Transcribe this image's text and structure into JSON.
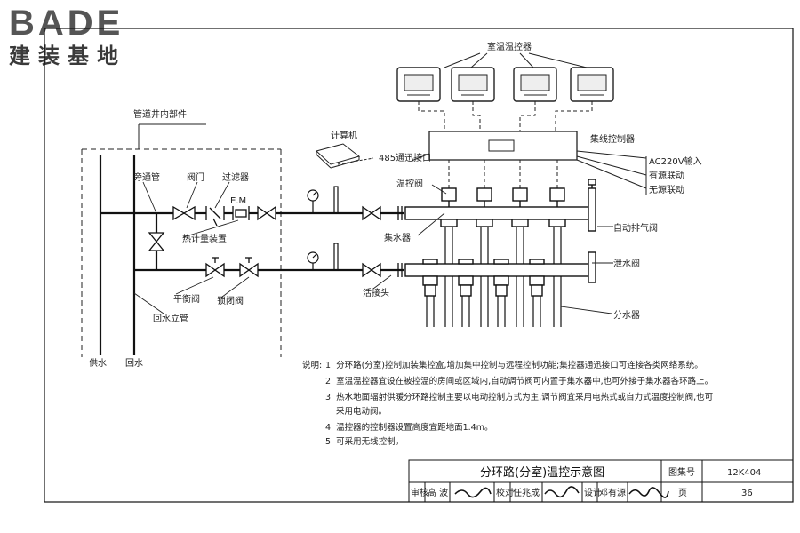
{
  "logo": {
    "top": "BADE",
    "bottom": "建装基地"
  },
  "labels": {
    "room_thermostat": "室温温控器",
    "shaft_section": "管道井内部件",
    "computer": "计算机",
    "port_485": "485通迅接口",
    "hub_controller": "集线控制器",
    "ac220v_input": "AC220V输入",
    "active_link": "有源联动",
    "passive_link": "无源联动",
    "bypass_pipe": "旁通管",
    "valve": "阀门",
    "filter": "过滤器",
    "em": "E.M",
    "heat_meter": "热计量装置",
    "temp_valve": "温控阀",
    "collector": "集水器",
    "auto_air_vent": "自动排气阀",
    "drain_valve": "泄水阀",
    "balance_valve": "平衡阀",
    "lock_valve": "锁闭阀",
    "union": "活接头",
    "return_riser": "回水立管",
    "distributor": "分水器",
    "supply_water": "供水",
    "return_water": "回水"
  },
  "notes": {
    "prefix": "说明:",
    "items": [
      "1. 分环路(分室)控制加装集控盒,增加集中控制与远程控制功能;集控器通迅接口可连接各类网络系统。",
      "2. 室温温控器宜设在被控温的房间或区域内,自动调节阀可内置于集水器中,也可外接于集水器各环路上。",
      "3. 热水地面辐射供暖分环路控制主要以电动控制方式为主,调节阀宜采用电热式或自力式温度控制阀,也可",
      "采用电动阀。",
      "4. 温控器的控制器设置高度宜距地面1.4m。",
      "5. 可采用无线控制。"
    ]
  },
  "title_block": {
    "title": "分环路(分室)温控示意图",
    "atlas_label": "图集号",
    "atlas_no": "12K404",
    "review_label": "审核",
    "reviewer": "高 波",
    "check_label": "校对",
    "checker": "任兆成",
    "design_label": "设计",
    "designer": "邓有源",
    "page_label": "页",
    "page_no": "36"
  }
}
